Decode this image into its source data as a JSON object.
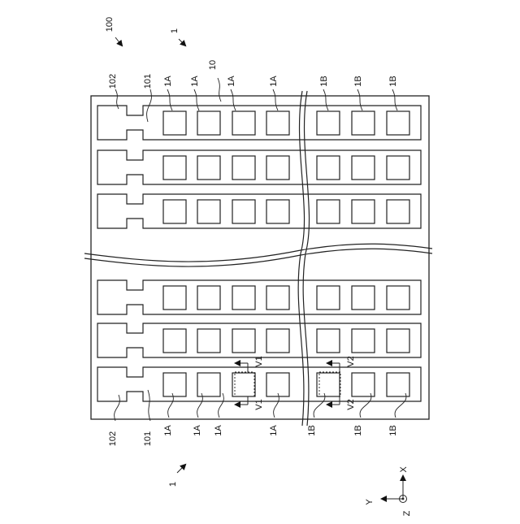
{
  "figure": {
    "assembly_label": "100",
    "frame_label": "1",
    "frame_bottom_label": "1",
    "substrate_label": "10"
  },
  "top_labels": {
    "outer_left": "102",
    "inner_left": "101",
    "a_cells": [
      "1A",
      "1A",
      "1A",
      "1A"
    ],
    "b_cells": [
      "1B",
      "1B",
      "1B"
    ]
  },
  "bottom_labels": {
    "outer_left": "102",
    "inner_left": "101",
    "a_cells": [
      "1A",
      "1A",
      "1A",
      "1A"
    ],
    "b_cells": [
      "1B",
      "1B",
      "1B"
    ]
  },
  "section_marks": {
    "v1_top": "V1",
    "v1_bottom": "V1",
    "v2_top": "V2",
    "v2_bottom": "V2"
  },
  "axes": {
    "x": "X",
    "y": "Y",
    "z": "Z"
  }
}
